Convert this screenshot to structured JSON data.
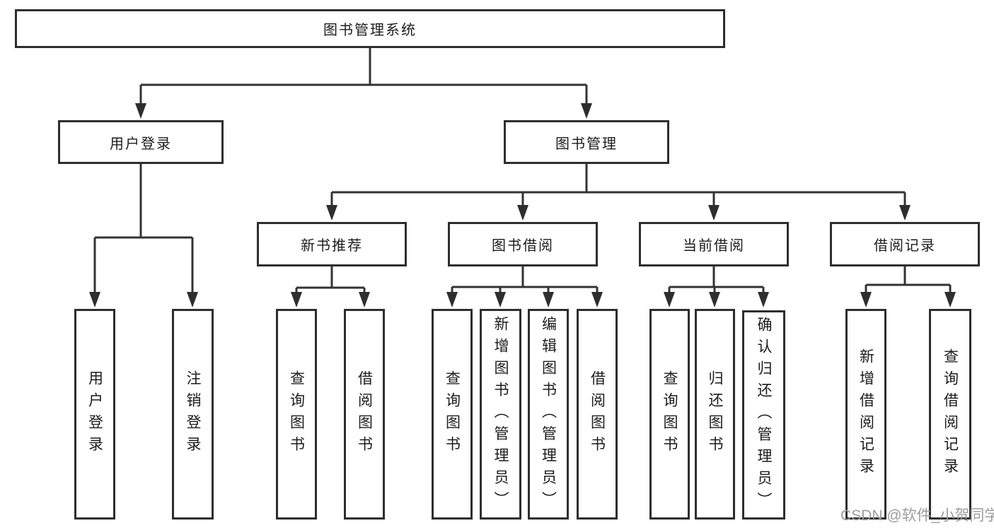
{
  "title": "图书管理系统",
  "watermark": "CSDN @软件_小贺同学",
  "colors": {
    "line": "#333333",
    "box_border": "#2e2e2e",
    "text": "#1c1c1c",
    "watermark": "#9c9c9c",
    "background": "#ffffff"
  },
  "nodes": {
    "root": {
      "label": "图书管理系统"
    },
    "level2": [
      {
        "label": "用户登录",
        "parent": "图书管理系统"
      },
      {
        "label": "图书管理",
        "parent": "图书管理系统"
      }
    ],
    "level3": [
      {
        "label": "新书推荐",
        "parent": "图书管理"
      },
      {
        "label": "图书借阅",
        "parent": "图书管理"
      },
      {
        "label": "当前借阅",
        "parent": "图书管理"
      },
      {
        "label": "借阅记录",
        "parent": "图书管理"
      }
    ],
    "leaves": [
      {
        "label": "用户登录",
        "parent": "用户登录"
      },
      {
        "label": "注销登录",
        "parent": "用户登录"
      },
      {
        "label": "查询图书",
        "parent": "新书推荐"
      },
      {
        "label": "借阅图书",
        "parent": "新书推荐"
      },
      {
        "label": "查询图书",
        "parent": "图书借阅"
      },
      {
        "label": "新增图书（管理员）",
        "parent": "图书借阅"
      },
      {
        "label": "编辑图书（管理员）",
        "parent": "图书借阅"
      },
      {
        "label": "借阅图书",
        "parent": "图书借阅"
      },
      {
        "label": "查询图书",
        "parent": "当前借阅"
      },
      {
        "label": "归还图书",
        "parent": "当前借阅"
      },
      {
        "label": "确认归还（管理员）",
        "parent": "当前借阅"
      },
      {
        "label": "新增借阅记录",
        "parent": "借阅记录"
      },
      {
        "label": "查询借阅记录",
        "parent": "借阅记录"
      }
    ]
  }
}
